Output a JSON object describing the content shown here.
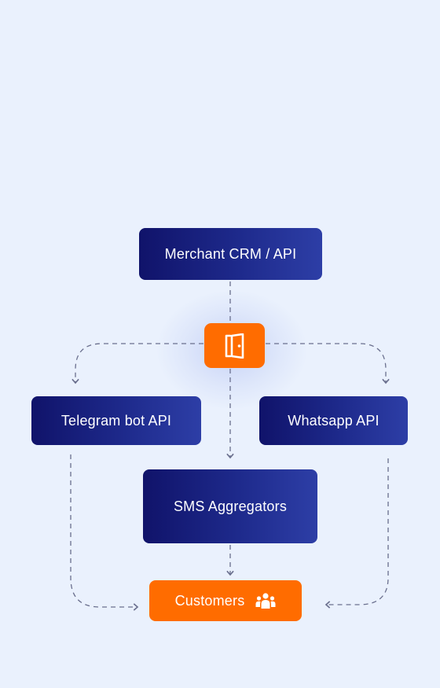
{
  "diagram": {
    "nodes": {
      "merchant": "Merchant CRM / API",
      "telegram": "Telegram bot API",
      "whatsapp": "Whatsapp API",
      "sms": "SMS Aggregators",
      "customers": "Customers"
    },
    "icons": {
      "gateway": "door-icon",
      "customers": "people-icon"
    },
    "edges": [
      [
        "merchant",
        "gateway"
      ],
      [
        "gateway",
        "telegram"
      ],
      [
        "gateway",
        "whatsapp"
      ],
      [
        "gateway",
        "sms"
      ],
      [
        "telegram",
        "customers"
      ],
      [
        "sms",
        "customers"
      ],
      [
        "whatsapp",
        "customers"
      ]
    ],
    "colors": {
      "background": "#EAF1FD",
      "node_dark_start": "#10136A",
      "node_dark_end": "#2D3EA6",
      "accent": "#FF6C00",
      "edge": "#6A6F8E"
    }
  }
}
